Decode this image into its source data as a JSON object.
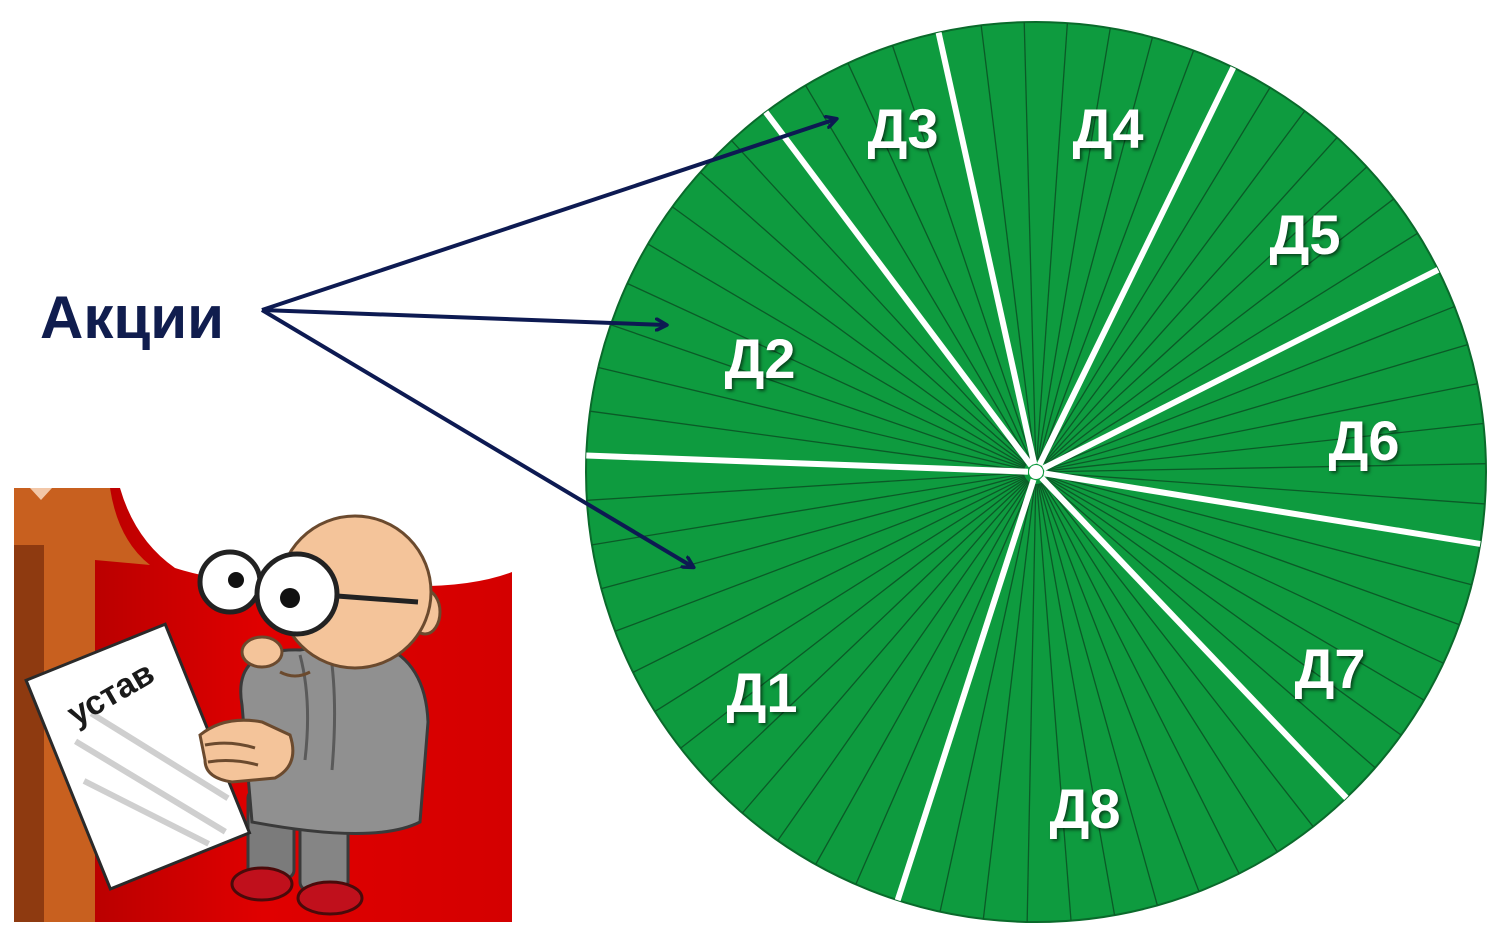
{
  "shares_label": "Акции",
  "charter_label": "устав",
  "sectors": [
    {
      "label": "Д1"
    },
    {
      "label": "Д2"
    },
    {
      "label": "Д3"
    },
    {
      "label": "Д4"
    },
    {
      "label": "Д5"
    },
    {
      "label": "Д6"
    },
    {
      "label": "Д7"
    },
    {
      "label": "Д8"
    }
  ],
  "colors": {
    "pie": "#0e9b3f",
    "pie_outline": "#0a6a2b",
    "sector_divider": "#ffffff",
    "share_divider": "#0b5a27",
    "arrow": "#0d1a52",
    "label": "#ffffff"
  }
}
